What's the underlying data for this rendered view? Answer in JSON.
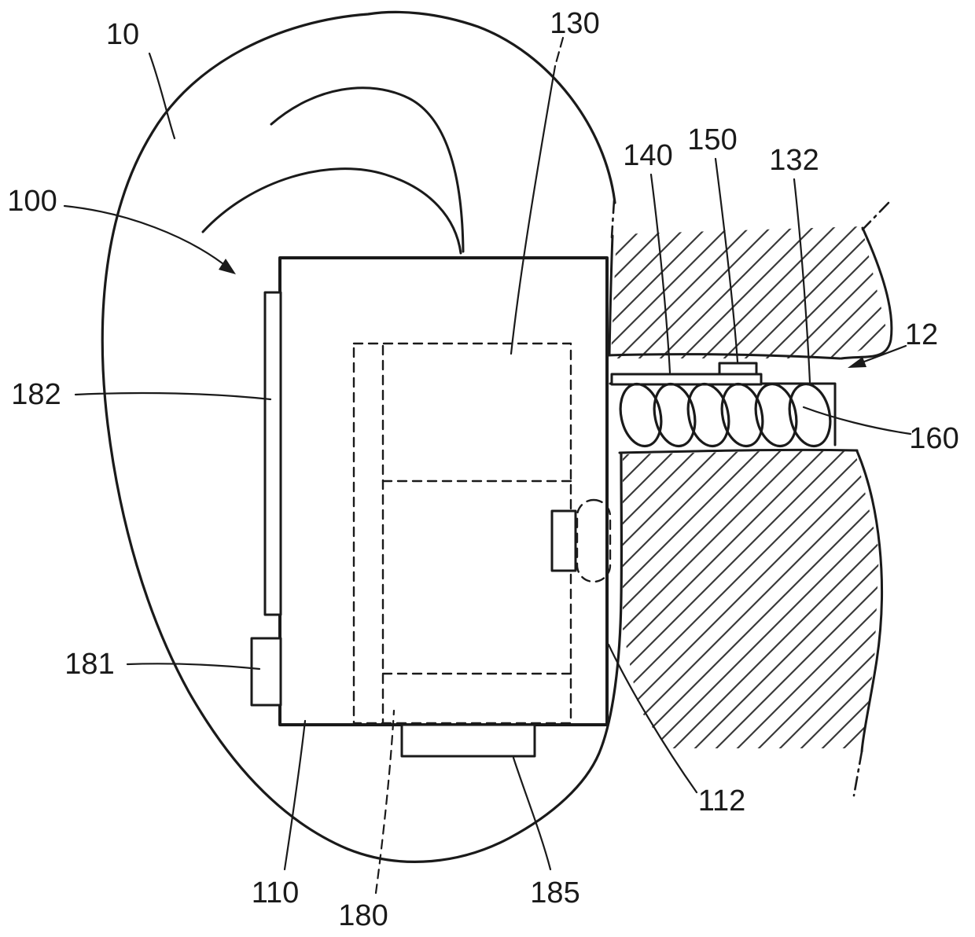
{
  "figure": {
    "background": "#ffffff",
    "line_color": "#1a1a1a",
    "leader_color": "#1a1a1a",
    "hatch_color": "#3a3a3a",
    "labels": {
      "n10": "10",
      "n100": "100",
      "n130": "130",
      "n140": "140",
      "n150": "150",
      "n132": "132",
      "n12": "12",
      "n182": "182",
      "n160": "160",
      "n181": "181",
      "n112": "112",
      "n110": "110",
      "n180": "180",
      "n185": "185"
    }
  }
}
